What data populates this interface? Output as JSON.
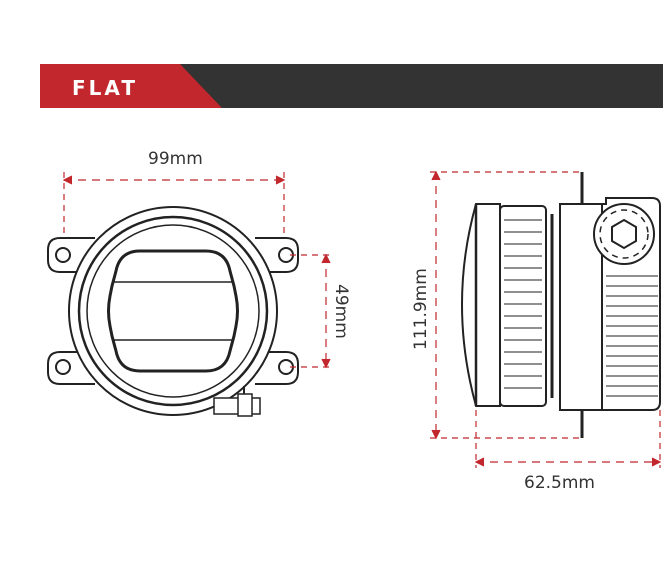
{
  "header": {
    "label": "FLAT"
  },
  "dimensions": {
    "front_width": "99mm",
    "front_hole_spacing": "49mm",
    "side_height": "111.9mm",
    "side_depth": "62.5mm"
  },
  "colors": {
    "accent": "#c1272d",
    "banner_dark": "#333333",
    "outline": "#222222",
    "dimension": "#c1272d"
  }
}
